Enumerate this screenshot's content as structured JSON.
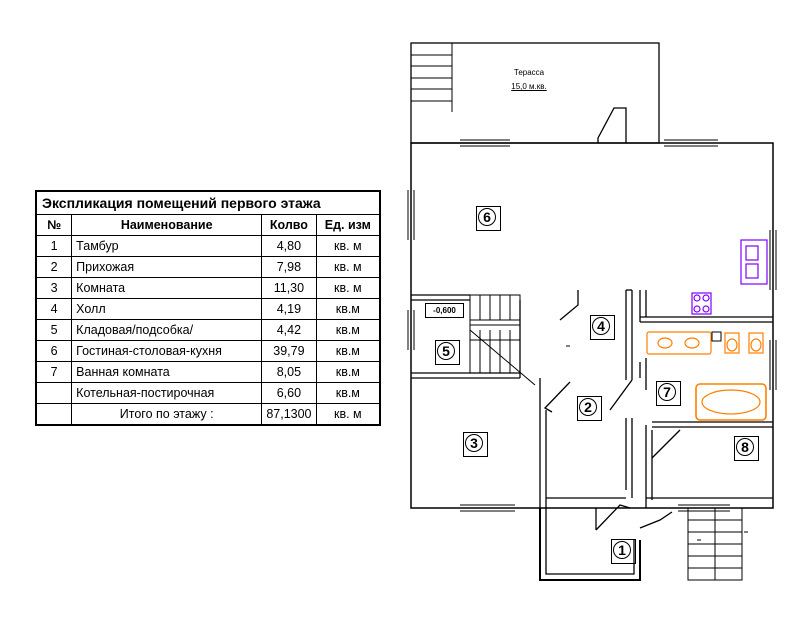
{
  "explication": {
    "title": "Экспликация помещений первого этажа",
    "headers": [
      "№",
      "Наименование",
      "Колво",
      "Ед. изм"
    ],
    "rows": [
      {
        "num": "1",
        "name": "Тамбур",
        "qty": "4,80",
        "unit": "кв. м"
      },
      {
        "num": "2",
        "name": "Прихожая",
        "qty": "7,98",
        "unit": "кв. м"
      },
      {
        "num": "3",
        "name": "Комната",
        "qty": "11,30",
        "unit": "кв. м"
      },
      {
        "num": "4",
        "name": "Холл",
        "qty": "4,19",
        "unit": "кв.м"
      },
      {
        "num": "5",
        "name": "Кладовая/подсобка/",
        "qty": "4,42",
        "unit": "кв.м"
      },
      {
        "num": "6",
        "name": "Гостиная-столовая-кухня",
        "qty": "39,79",
        "unit": "кв.м"
      },
      {
        "num": "7",
        "name": "Ванная комната",
        "qty": "8,05",
        "unit": "кв.м"
      },
      {
        "num": "",
        "name": "Котельная-постирочная",
        "qty": "6,60",
        "unit": "кв.м"
      }
    ],
    "total": {
      "label": "Итого по этажу  :",
      "qty": "87,1300",
      "unit": "кв. м"
    }
  },
  "plan": {
    "terrace": {
      "name": "Терасса",
      "area": "15,0 м.кв."
    },
    "level_mark": "-0,600",
    "room_marks": [
      "1",
      "2",
      "3",
      "4",
      "5",
      "6",
      "7",
      "8"
    ]
  },
  "colors": {
    "lines": "#000000",
    "kitchen_fixture": "#8000ff",
    "bath_fixture": "#ff8000"
  }
}
